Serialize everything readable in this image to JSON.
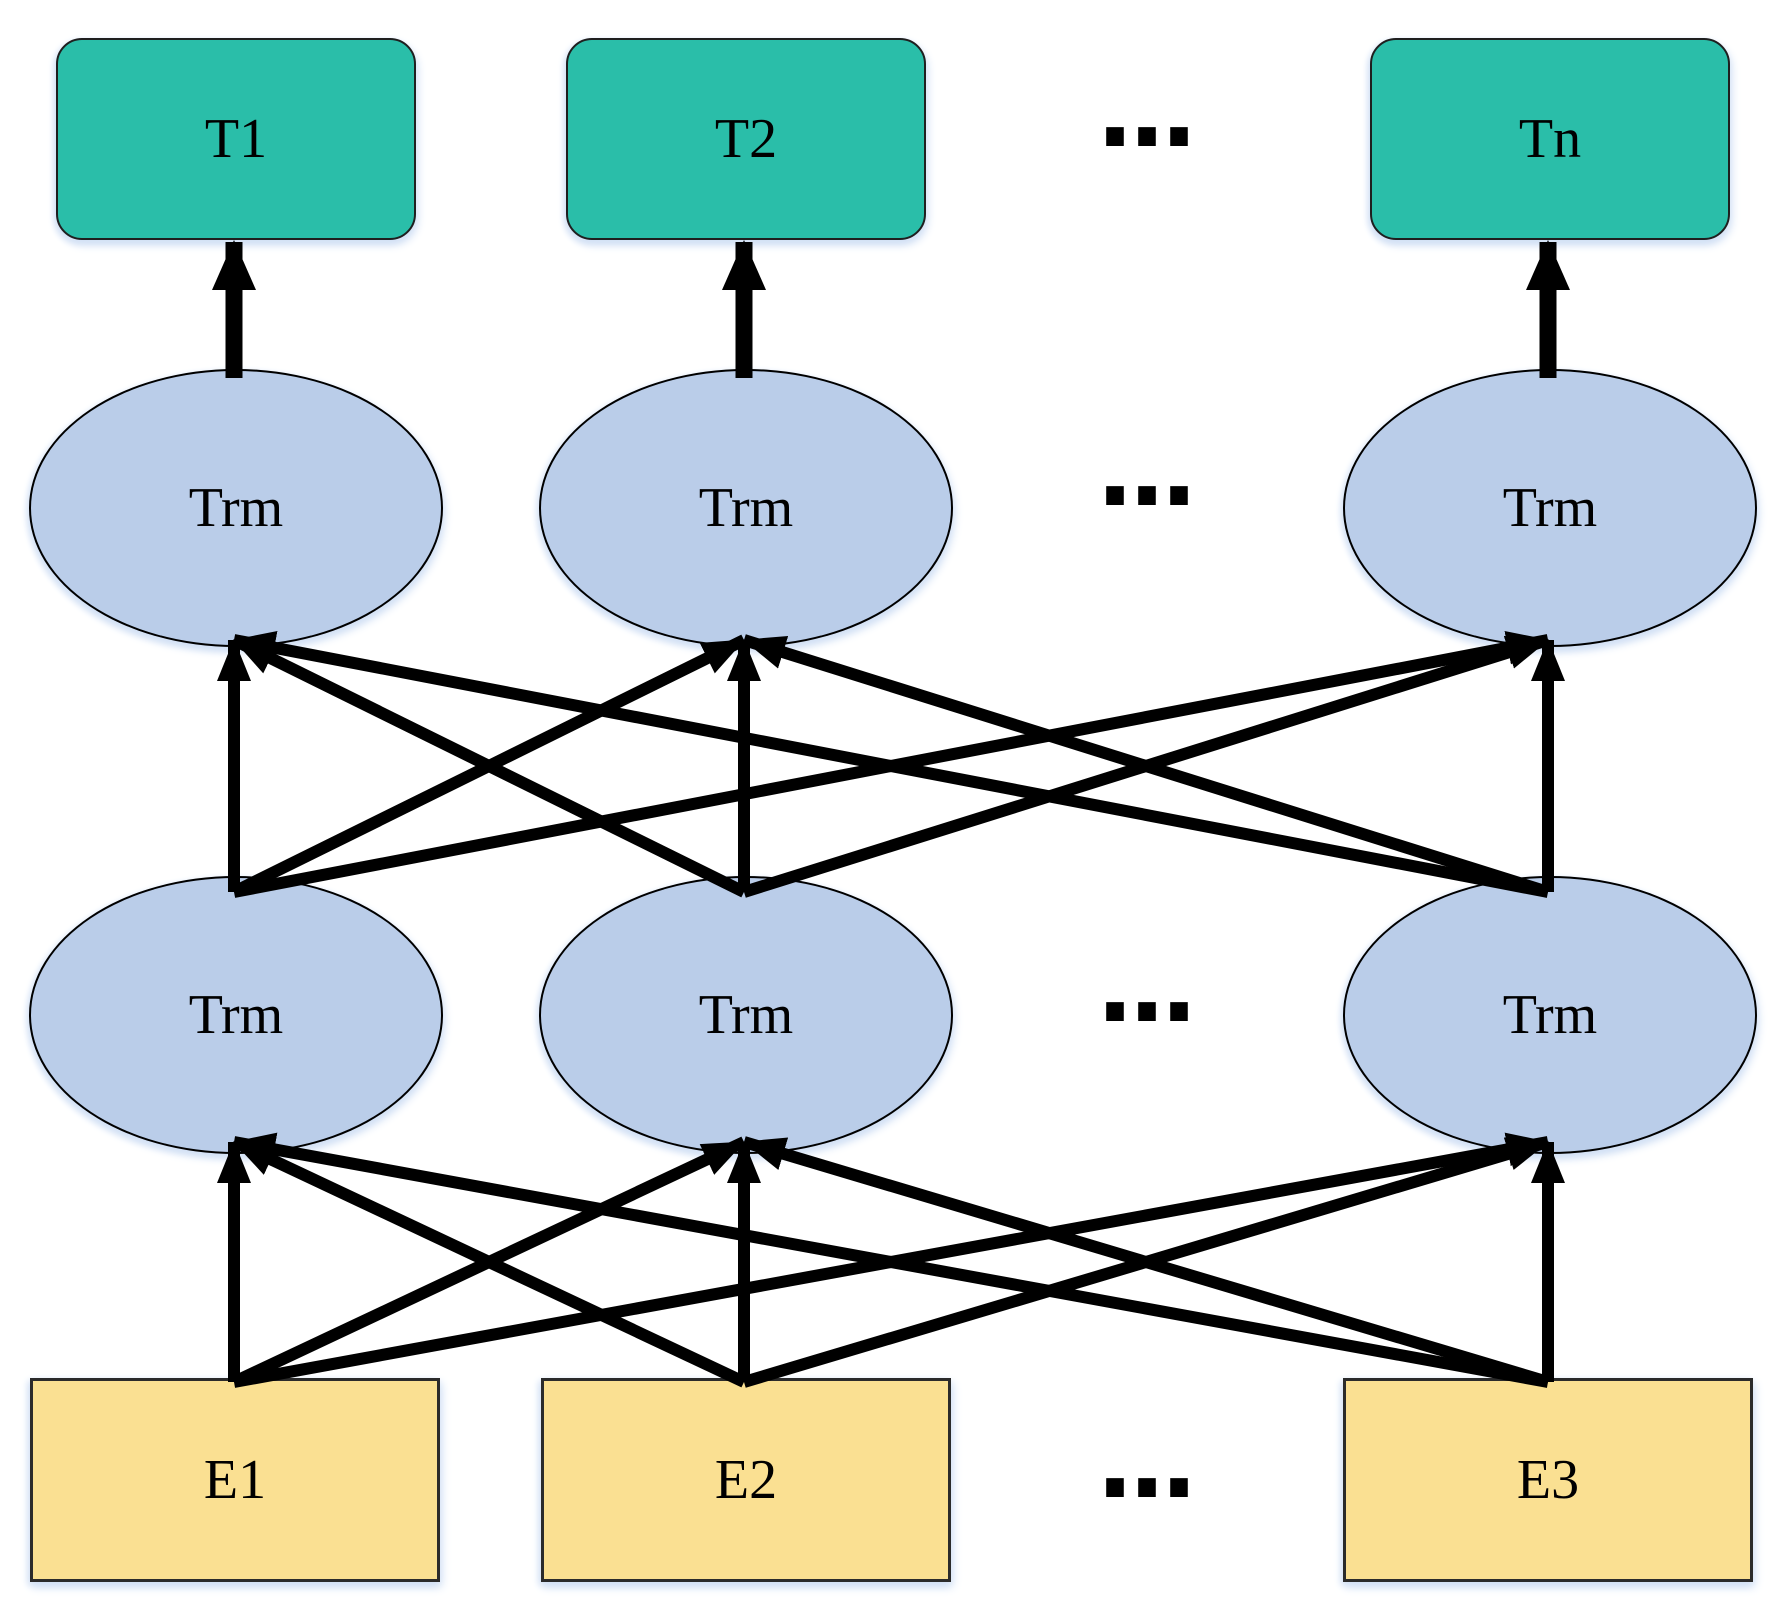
{
  "diagram": {
    "background": "#ffffff",
    "colors": {
      "output_box_fill": "#2abea9",
      "trm_ellipse_fill": "#bacde9",
      "embedding_box_fill": "#fae092",
      "node_border": "#1f1f1f",
      "arrow": "#000000",
      "glow": "#d3e1f5"
    },
    "rows": [
      {
        "name": "output-tokens",
        "shape": "rounded-rect",
        "labels": [
          "T1",
          "T2",
          "Tn"
        ],
        "ellipsis": "..."
      },
      {
        "name": "transformer-layer-2",
        "shape": "ellipse",
        "labels": [
          "Trm",
          "Trm",
          "Trm"
        ],
        "ellipsis": "..."
      },
      {
        "name": "transformer-layer-1",
        "shape": "ellipse",
        "labels": [
          "Trm",
          "Trm",
          "Trm"
        ],
        "ellipsis": "..."
      },
      {
        "name": "input-embeddings",
        "shape": "rect",
        "labels": [
          "E1",
          "E2",
          "E3"
        ],
        "ellipsis": "..."
      }
    ]
  }
}
